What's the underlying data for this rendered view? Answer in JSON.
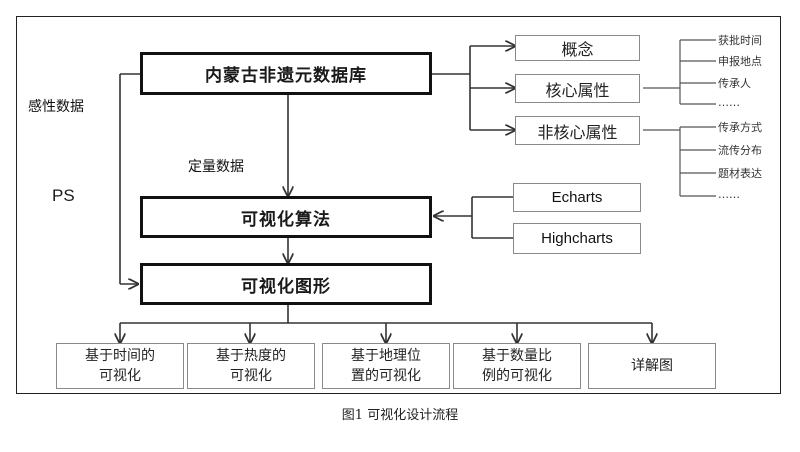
{
  "diagram": {
    "database_box": "内蒙古非遗元数据库",
    "algorithm_box": "可视化算法",
    "graphics_box": "可视化图形",
    "attributes": {
      "concept": "概念",
      "core": "核心属性",
      "noncore": "非核心属性"
    },
    "core_leaves": [
      "获批时间",
      "申报地点",
      "传承人",
      "……"
    ],
    "noncore_leaves": [
      "传承方式",
      "流传分布",
      "题材表达",
      "……"
    ],
    "tools": [
      "Echarts",
      "Highcharts"
    ],
    "side_labels": {
      "perceptual": "感性数据",
      "quantitative": "定量数据",
      "ps": "PS"
    },
    "outputs": [
      "基于时间的\n可视化",
      "基于热度的\n可视化",
      "基于地理位\n置的可视化",
      "基于数量比\n例的可视化",
      "详解图"
    ]
  },
  "caption": "图1 可视化设计流程"
}
